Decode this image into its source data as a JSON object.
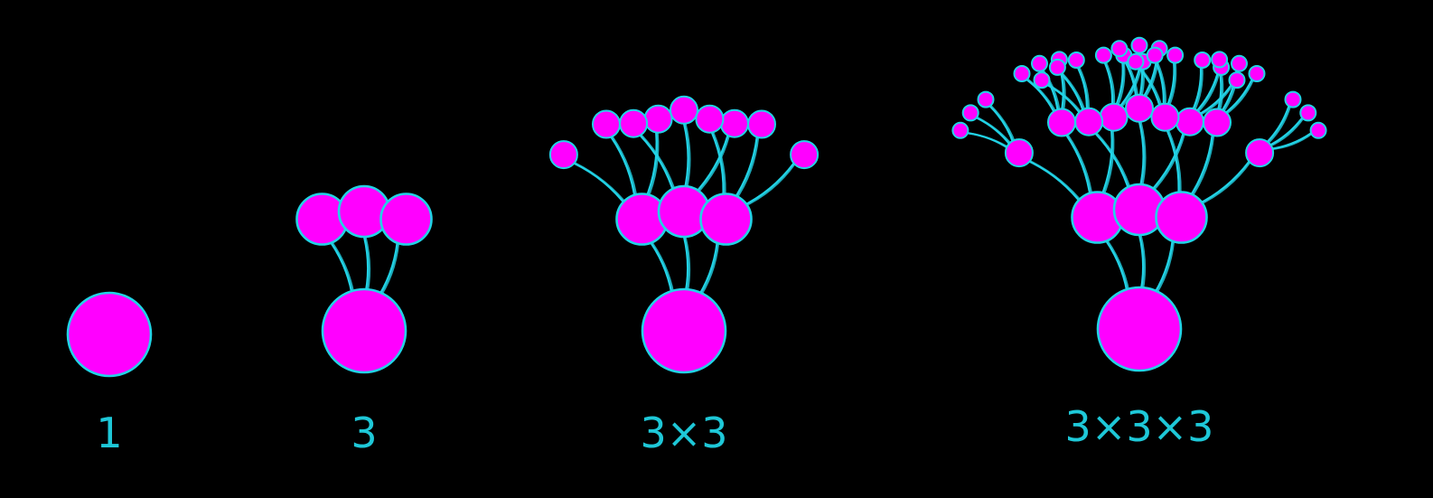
{
  "colors": {
    "background": "#000000",
    "node_fill": "#ff00ff",
    "node_stroke": "#22d3e6",
    "branch_stroke": "#22d3e6",
    "label": "#1ec8d8"
  },
  "trees": [
    {
      "label": "1",
      "levels": 0
    },
    {
      "label": "3",
      "levels": 1
    },
    {
      "label": "3×3",
      "levels": 2
    },
    {
      "label": "3×3×3",
      "levels": 3
    }
  ]
}
